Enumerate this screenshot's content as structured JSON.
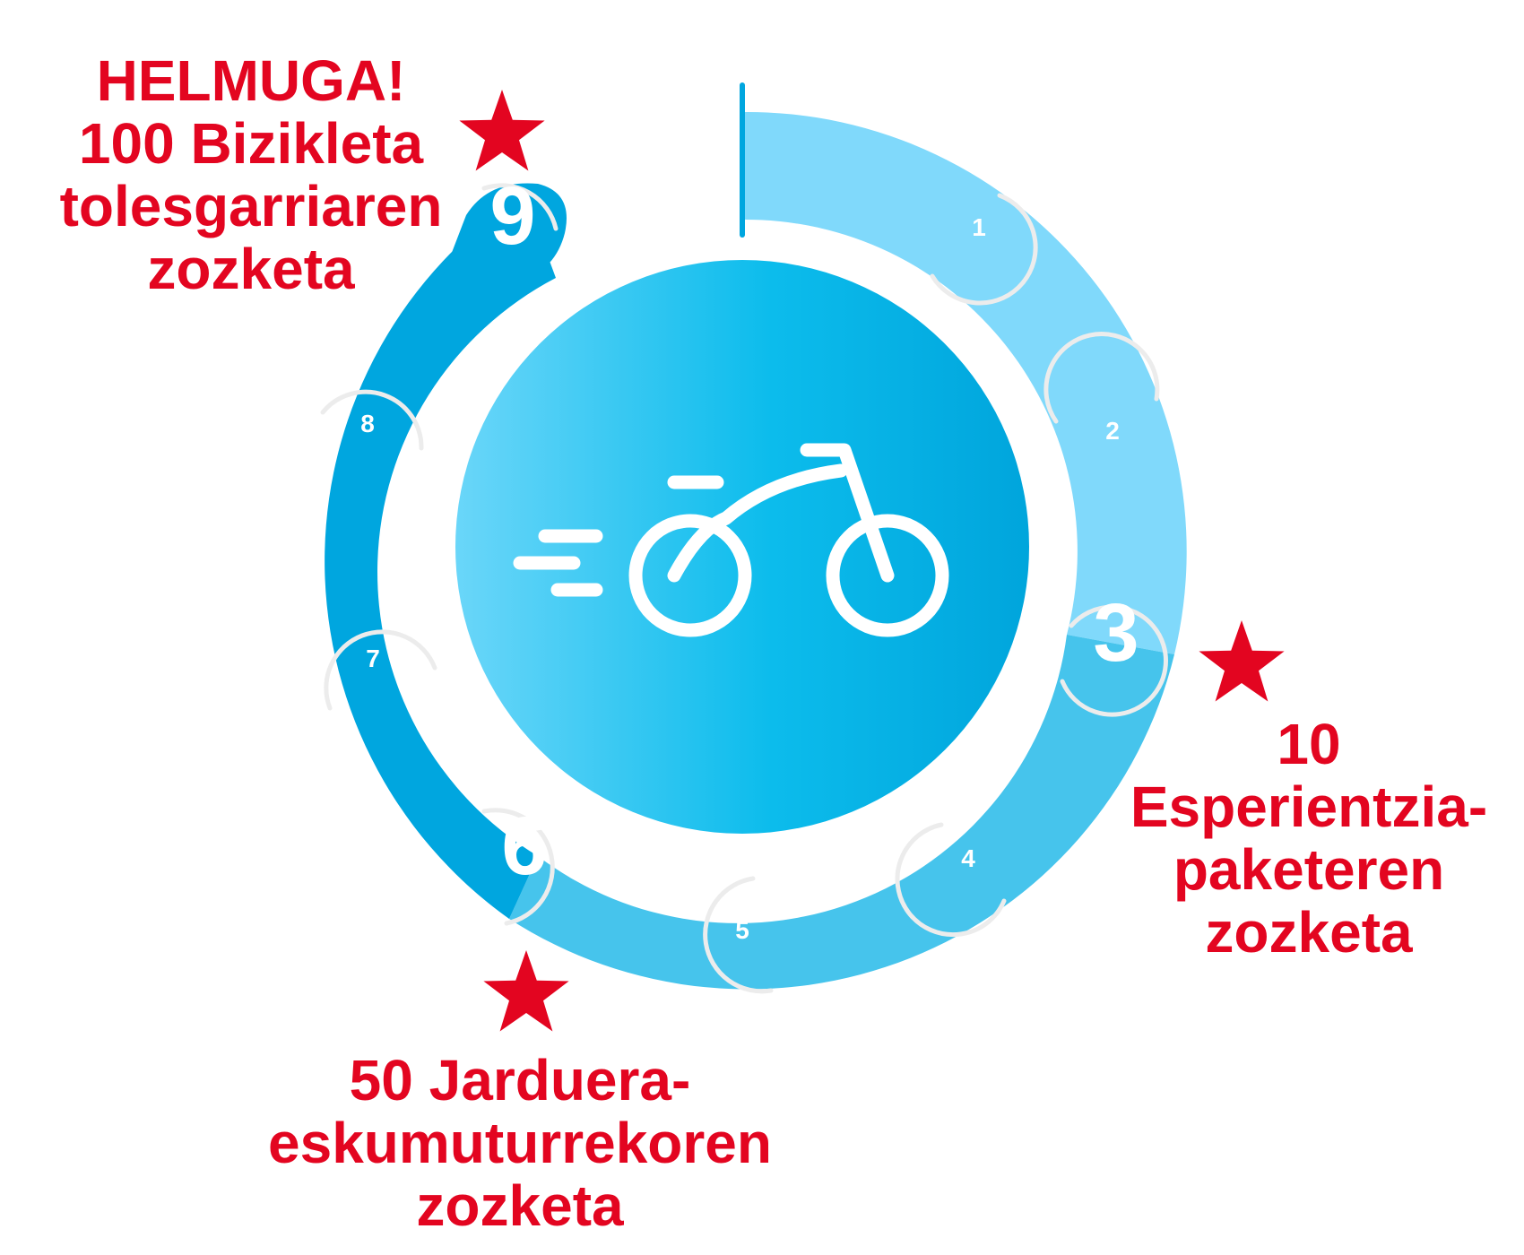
{
  "colors": {
    "accent_red": "#e30520",
    "segment_light": "#80d9fb",
    "segment_mid": "#46c4ec",
    "segment_dark": "#00a6df",
    "hub_light": "#6ad6f9",
    "hub_dark": "#00a5dc"
  },
  "hub": {
    "icon": "bicycle-icon"
  },
  "steps": [
    {
      "number": "1",
      "big": false
    },
    {
      "number": "2",
      "big": false
    },
    {
      "number": "3",
      "big": true
    },
    {
      "number": "4",
      "big": false
    },
    {
      "number": "5",
      "big": false
    },
    {
      "number": "6",
      "big": true
    },
    {
      "number": "7",
      "big": false
    },
    {
      "number": "8",
      "big": false
    },
    {
      "number": "9",
      "big": true
    }
  ],
  "milestones": {
    "goal": {
      "icon": "star-icon",
      "lines": [
        "HELMUGA!",
        "100 Bizikleta",
        "tolesgarriaren",
        "zozketa"
      ]
    },
    "step3": {
      "icon": "star-icon",
      "lines": [
        "10",
        "Esperientzia-",
        "paketeren",
        "zozketa"
      ]
    },
    "step6": {
      "icon": "star-icon",
      "lines": [
        "50 Jarduera-",
        "eskumuturrekoren",
        "zozketa"
      ]
    }
  }
}
